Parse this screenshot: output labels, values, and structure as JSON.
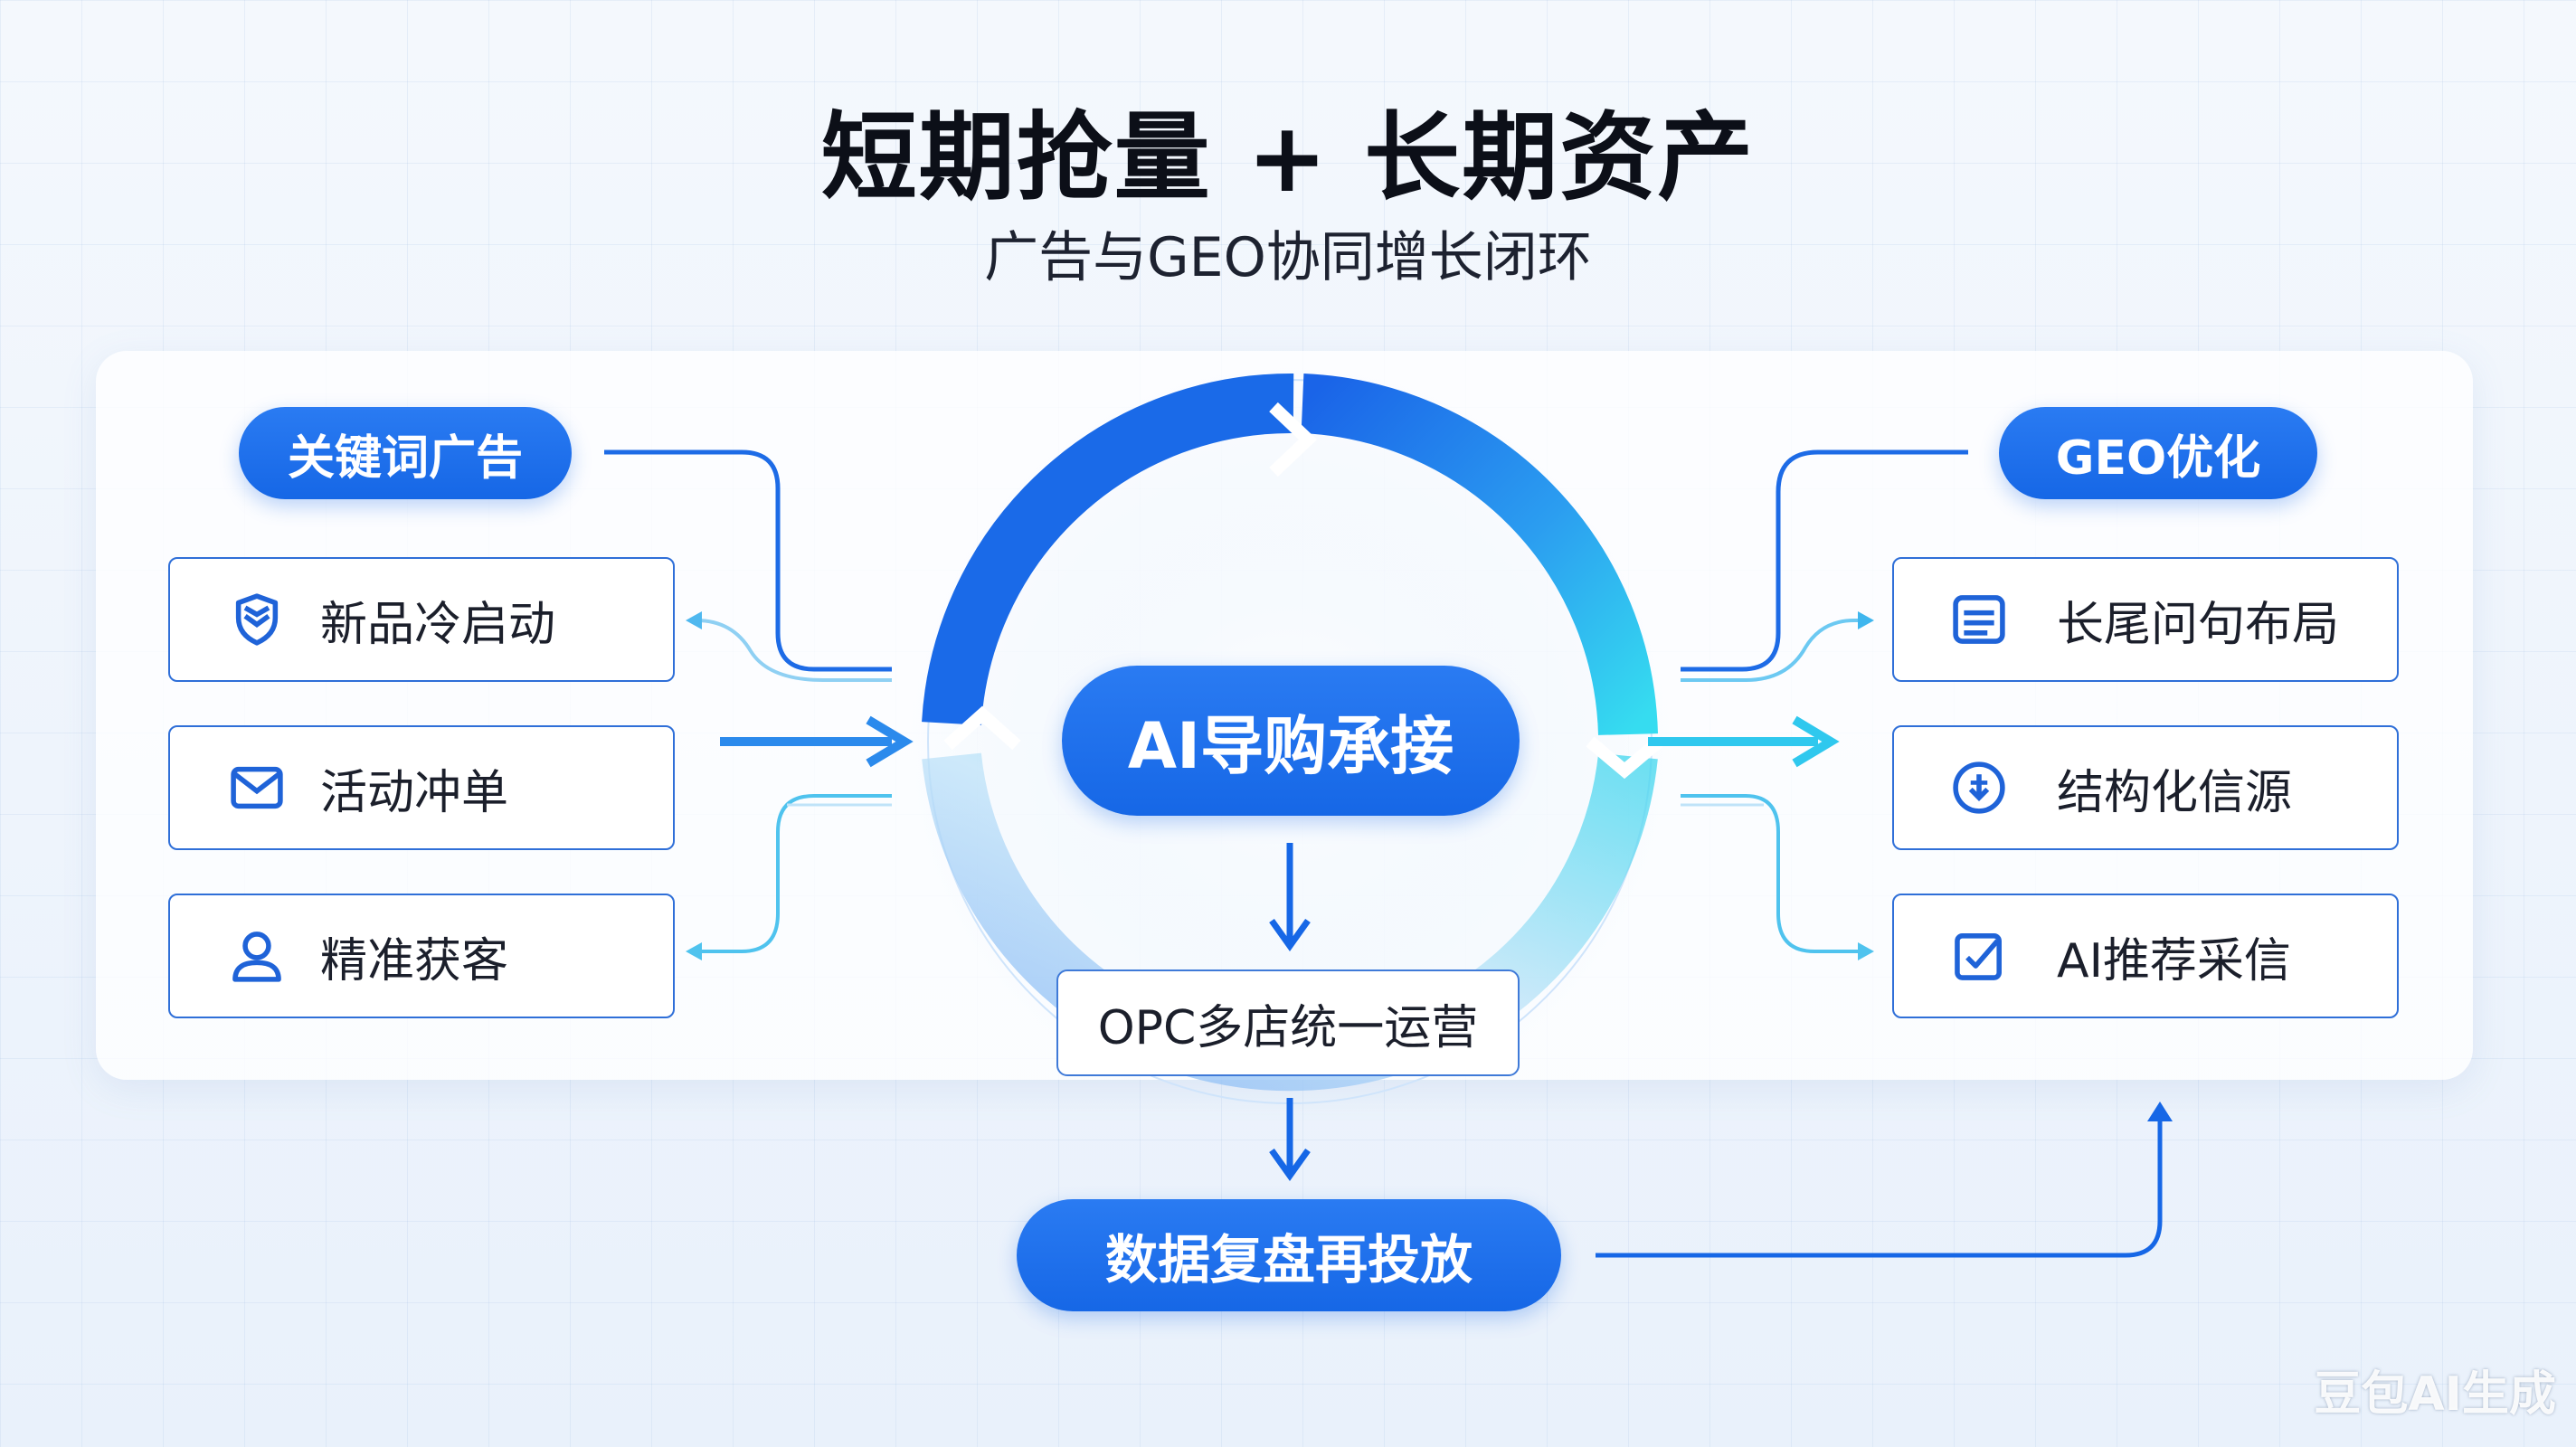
{
  "title": "短期抢量 + 长期资产",
  "subtitle": "广告与GEO协同增长闭环",
  "left": {
    "header": "关键词广告",
    "items": [
      {
        "label": "新品冷启动",
        "icon": "shield-layers-icon"
      },
      {
        "label": "活动冲单",
        "icon": "mail-icon"
      },
      {
        "label": "精准获客",
        "icon": "user-icon"
      }
    ]
  },
  "right": {
    "header": "GEO优化",
    "items": [
      {
        "label": "长尾问句布局",
        "icon": "list-icon"
      },
      {
        "label": "结构化信源",
        "icon": "download-circle-icon"
      },
      {
        "label": "AI推荐采信",
        "icon": "checkbox-icon"
      }
    ]
  },
  "center": {
    "hub": "AI导购承接",
    "middle": "OPC多店统一运营",
    "bottom": "数据复盘再投放"
  },
  "watermark": "豆包AI生成",
  "colors": {
    "primary": "#1667e6",
    "cyan": "#2fd3ee",
    "text": "#0c0f18"
  }
}
